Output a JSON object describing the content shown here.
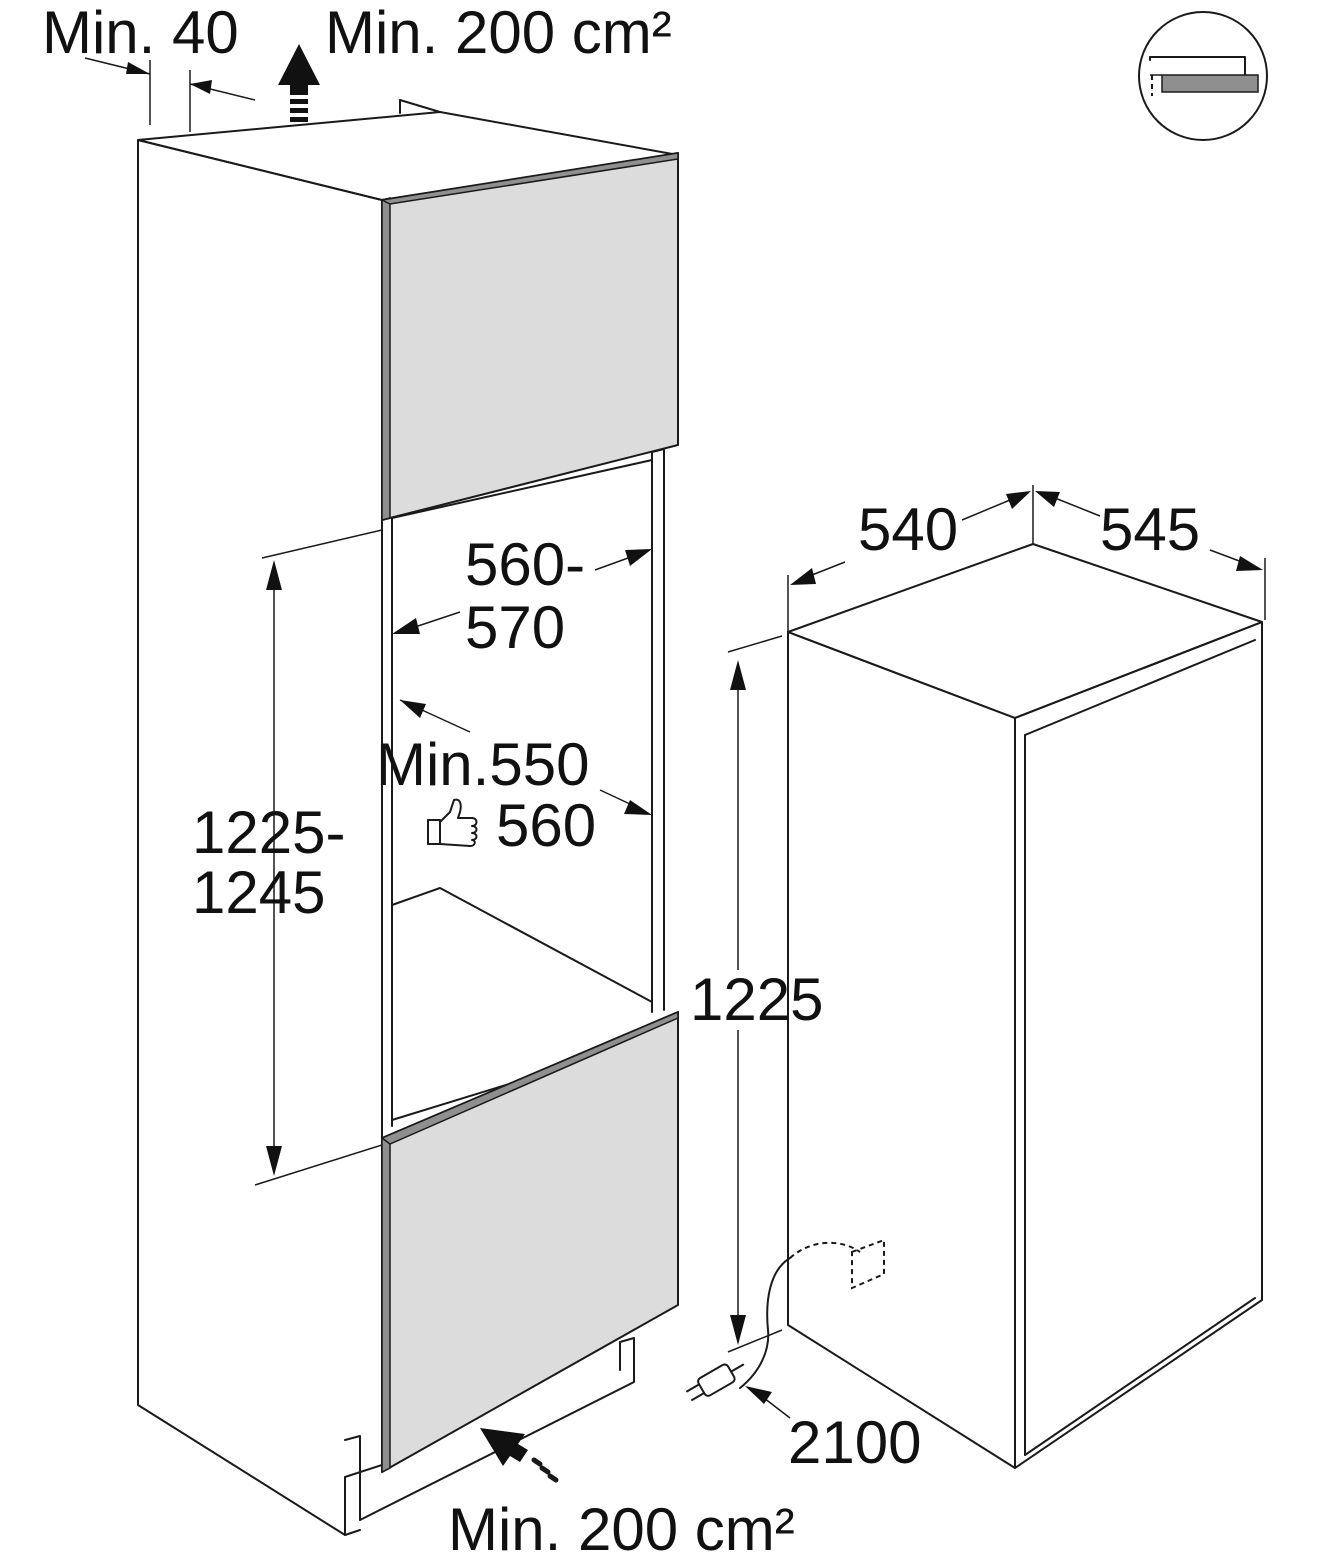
{
  "labels": {
    "top_gap": "Min. 40",
    "top_vent": "Min. 200 cm²",
    "niche_width_line1": "560-",
    "niche_width_line2": "570",
    "niche_depth_min": "Min.550",
    "niche_depth_recommended": "560",
    "niche_height_line1": "1225-",
    "niche_height_line2": "1245",
    "appliance_height": "1225",
    "appliance_width": "540",
    "appliance_depth": "545",
    "cable_length": "2100",
    "bottom_vent": "Min. 200 cm²"
  },
  "icons": {
    "recommended": "thumbs-up-icon",
    "installation_type": "flush-door-install-icon",
    "plug": "power-plug-icon"
  },
  "colors": {
    "line": "#1a1a1a",
    "door_panel": "#dcdcdc",
    "panel_edge": "#8f8f8f"
  }
}
